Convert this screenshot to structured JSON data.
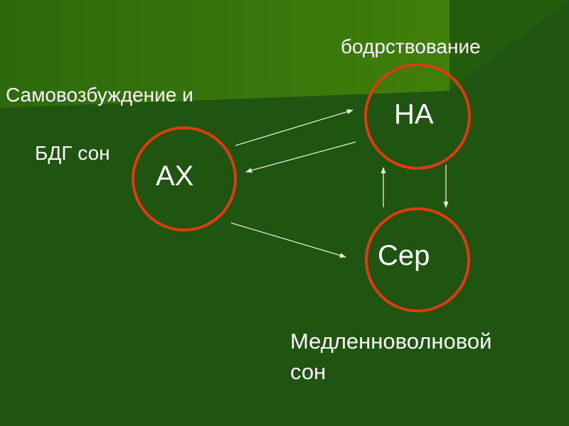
{
  "colors": {
    "background": "#1f5411",
    "panel": "#3b7a0c",
    "node_stroke": "#e23a10",
    "arrow": "#e6ecd6",
    "text": "#ffffff"
  },
  "labels": {
    "wakefulness": "бодрствование",
    "self_excitation": "Самовозбуждение и",
    "rem_sleep": "БДГ сон",
    "slow_wave_line1": "Медленноволновой",
    "slow_wave_line2": "сон"
  },
  "nodes": {
    "ax": "АХ",
    "na": "НА",
    "ser": "Сер"
  },
  "edges": [
    {
      "from": "ax",
      "to": "na"
    },
    {
      "from": "na",
      "to": "ax"
    },
    {
      "from": "ax",
      "to": "ser"
    },
    {
      "from": "ser",
      "to": "na"
    },
    {
      "from": "na",
      "to": "ser"
    }
  ]
}
